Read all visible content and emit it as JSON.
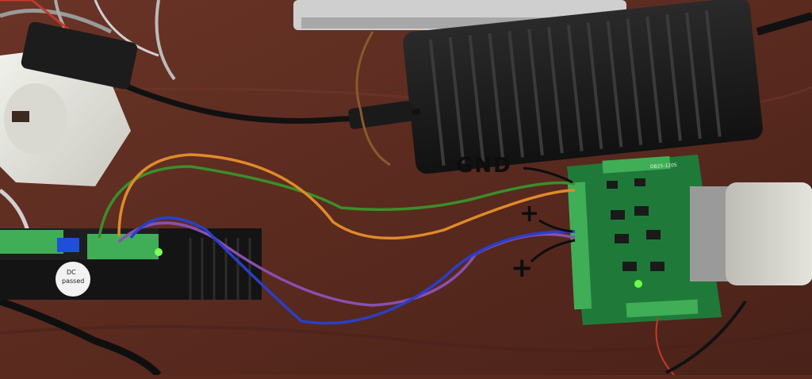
{
  "annotations": {
    "gnd_label": "GND",
    "plus_label_1": "+",
    "plus_label_2": "+"
  },
  "driver_sticker": {
    "line1": "DC",
    "line2": "passed"
  },
  "board_markings": {
    "model_text": "DB25-1205"
  },
  "colors": {
    "desk": "#5a2a1f",
    "board": "#1f7a3a",
    "terminal": "#3fae56",
    "wire_green": "#3a8f2a",
    "wire_orange": "#e08a2a",
    "wire_purple": "#8a4fb0",
    "wire_blue": "#2a3fc8",
    "adapter": "#1b1b1b",
    "outlet": "#e6e6e0"
  }
}
